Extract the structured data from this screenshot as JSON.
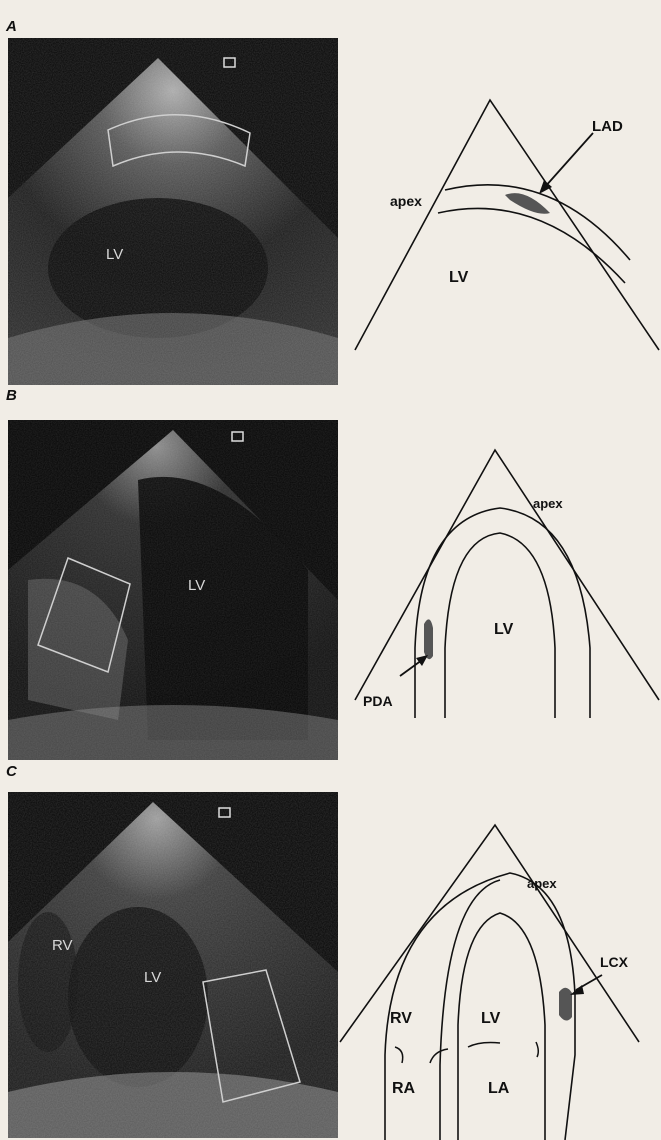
{
  "panels": [
    {
      "letter": "A",
      "echo_labels": {
        "lv": "LV"
      },
      "diagram_labels": {
        "vessel": "LAD",
        "apex": "apex",
        "lv": "LV"
      }
    },
    {
      "letter": "B",
      "echo_labels": {
        "lv": "LV"
      },
      "diagram_labels": {
        "vessel": "PDA",
        "apex": "apex",
        "lv": "LV"
      }
    },
    {
      "letter": "C",
      "echo_labels": {
        "rv": "RV",
        "lv": "LV"
      },
      "diagram_labels": {
        "vessel": "LCX",
        "apex": "apex",
        "rv": "RV",
        "lv": "LV",
        "ra": "RA",
        "la": "LA"
      }
    }
  ]
}
